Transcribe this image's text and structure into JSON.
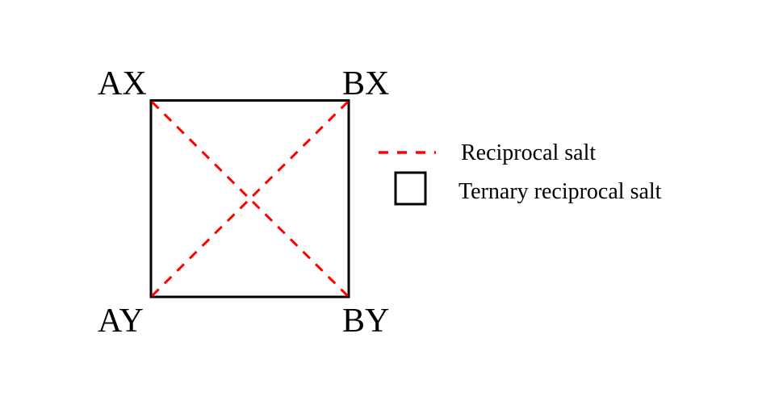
{
  "corners": {
    "top_left": "AX",
    "top_right": "BX",
    "bottom_left": "AY",
    "bottom_right": "BY"
  },
  "legend": {
    "items": [
      {
        "label": "Reciprocal salt",
        "symbol": "dashed-line"
      },
      {
        "label": "Ternary reciprocal salt",
        "symbol": "square"
      }
    ]
  },
  "colors": {
    "diagonal": "#ff0000",
    "square": "#000000"
  }
}
